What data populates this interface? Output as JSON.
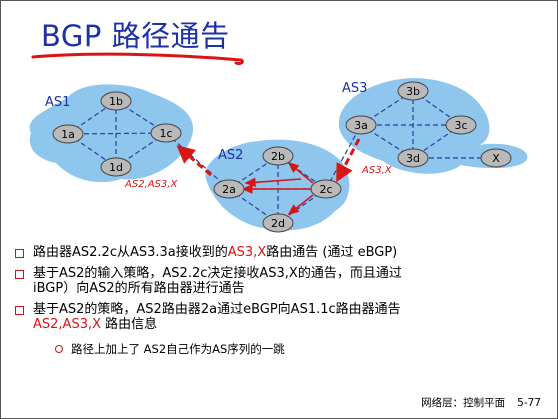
{
  "title": "BGP 路径通告",
  "as_labels": {
    "as1": "AS1",
    "as2": "AS2",
    "as3": "AS3"
  },
  "routers": {
    "r1a": "1a",
    "r1b": "1b",
    "r1c": "1c",
    "r1d": "1d",
    "r2a": "2a",
    "r2b": "2b",
    "r2c": "2c",
    "r2d": "2d",
    "r3a": "3a",
    "r3b": "3b",
    "r3c": "3c",
    "r3d": "3d",
    "rx": "X"
  },
  "path_labels": {
    "as3x": "AS3,X",
    "as23x": "AS2,AS3,X"
  },
  "bullets": {
    "b1_pre": "路由器AS2.2c从AS3.3a接收到的",
    "b1_red": "AS3,X",
    "b1_post": "路由通告 (通过 eBGP)",
    "b2_line1": "基于AS2的输入策略，AS2.2c决定接收AS3,X的通告，而且通过",
    "b2_line2": "iBGP）向AS2的所有路由器进行通告",
    "b3_line1": "基于AS2的策略，AS2路由器2a通过eBGP向AS1.1c路由器通告",
    "b3_red": "AS2,AS3,X",
    "b3_post": " 路由信息",
    "sub1": "路径上加上了 AS2自己作为AS序列的一跳"
  },
  "footer": {
    "label": "网络层：控制平面",
    "page": "5-77"
  },
  "colors": {
    "title": "#1d31a6",
    "accent": "#d91414",
    "cloud": "#8ec6ee",
    "router": "#b9b9b9"
  }
}
